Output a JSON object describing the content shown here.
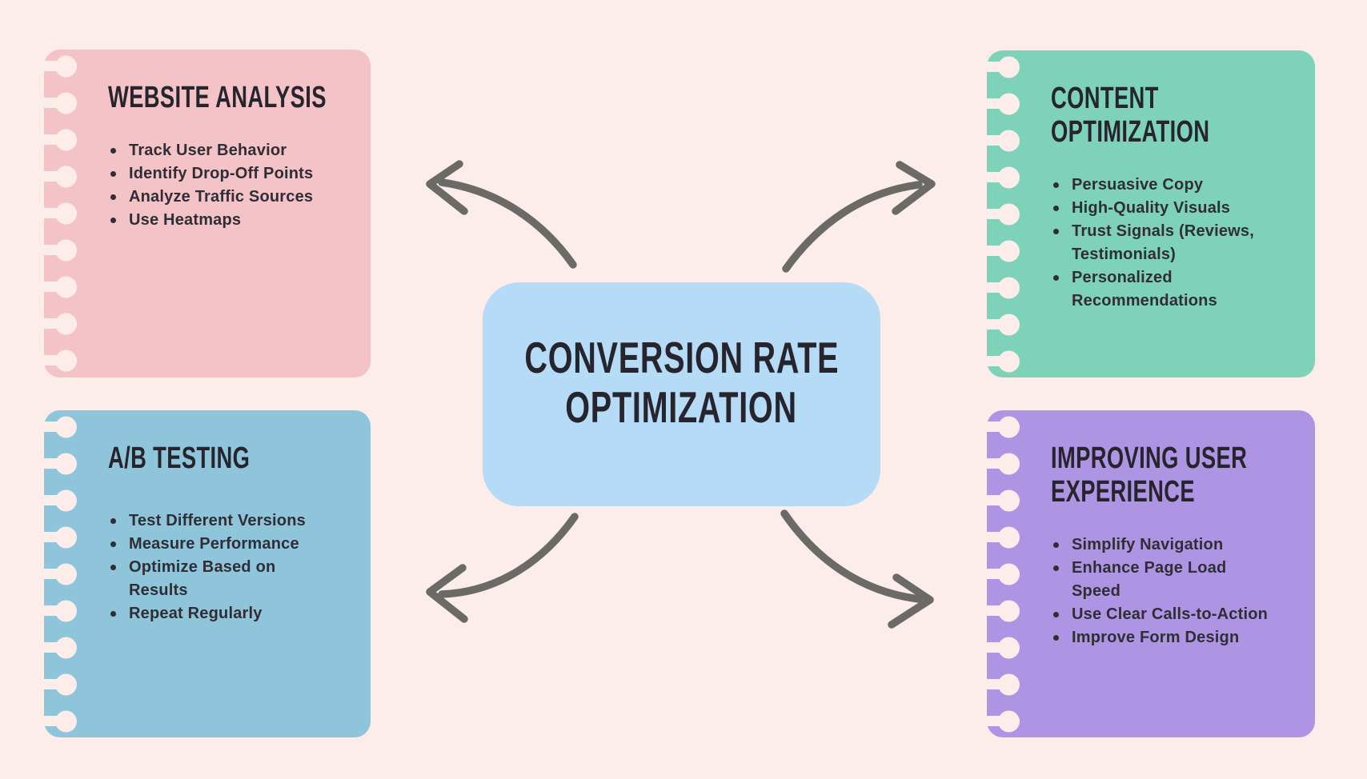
{
  "canvas": {
    "background": "#fcedeb",
    "arrow_color": "#6b6a66",
    "title_color": "#26242c",
    "body_text_color": "#2f2e36"
  },
  "center_node": {
    "bg": "#b5dbf7",
    "title_lines": [
      "CONVERSION RATE",
      "OPTIMIZATION"
    ]
  },
  "cards": [
    {
      "id": "website-analysis",
      "title": "WEBSITE ANALYSIS",
      "bg": "#f4c3c8",
      "items": [
        "Track User Behavior",
        "Identify Drop-Off Points",
        "Analyze Traffic Sources",
        "Use Heatmaps"
      ]
    },
    {
      "id": "ab-testing",
      "title": "A/B TESTING",
      "bg": "#8ec5da",
      "items": [
        "Test Different Versions",
        "Measure Performance",
        "Optimize Based on Results",
        "Repeat Regularly"
      ]
    },
    {
      "id": "content-optimization",
      "title": "CONTENT OPTIMIZATION",
      "bg": "#7fd2ba",
      "items": [
        "Persuasive Copy",
        "High-Quality Visuals",
        "Trust Signals (Reviews, Testimonials)",
        "Personalized Recommendations"
      ]
    },
    {
      "id": "improving-user-experience",
      "title": "IMPROVING USER EXPERIENCE",
      "bg": "#ae95e4",
      "items": [
        "Simplify Navigation",
        "Enhance Page Load Speed",
        "Use Clear Calls-to-Action",
        "Improve Form Design"
      ]
    }
  ]
}
